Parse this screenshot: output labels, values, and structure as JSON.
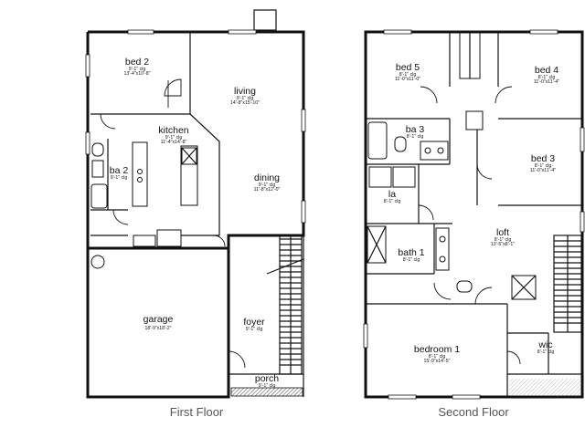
{
  "first_floor": {
    "caption": "First Floor",
    "rooms": [
      {
        "id": "bed2",
        "name": "bed 2",
        "clg": "9'-1\" clg",
        "dim": "13'-4\"x10'-8\""
      },
      {
        "id": "living",
        "name": "living",
        "clg": "9'-1\" clg",
        "dim": "14'-8\"x15'-10\""
      },
      {
        "id": "kitchen",
        "name": "kitchen",
        "clg": "9'-1\" clg",
        "dim": "11'-4\"x14'-8\""
      },
      {
        "id": "ba2",
        "name": "ba 2",
        "clg": "9'-1\" clg",
        "dim": ""
      },
      {
        "id": "dining",
        "name": "dining",
        "clg": "9'-1\" clg",
        "dim": "11'-8\"x12'-0\""
      },
      {
        "id": "garage",
        "name": "garage",
        "clg": "",
        "dim": "18'-9\"x18'-2\""
      },
      {
        "id": "foyer",
        "name": "foyer",
        "clg": "9'-1\" clg",
        "dim": ""
      },
      {
        "id": "porch",
        "name": "porch",
        "clg": "9'-1\" clg",
        "dim": ""
      }
    ]
  },
  "second_floor": {
    "caption": "Second Floor",
    "rooms": [
      {
        "id": "bed5",
        "name": "bed 5",
        "clg": "8'-1\" clg",
        "dim": "11'-0\"x11'-0\""
      },
      {
        "id": "bed4",
        "name": "bed 4",
        "clg": "8'-1\" clg",
        "dim": "11'-0\"x11'-4\""
      },
      {
        "id": "ba3",
        "name": "ba 3",
        "clg": "8'-1\" clg",
        "dim": ""
      },
      {
        "id": "bed3",
        "name": "bed 3",
        "clg": "8'-1\" clg",
        "dim": "11'-0\"x11'-4\""
      },
      {
        "id": "la",
        "name": "la",
        "clg": "8'-1\" clg",
        "dim": ""
      },
      {
        "id": "loft",
        "name": "loft",
        "clg": "8'-1\" clg",
        "dim": "13'-5\"x8'-1\""
      },
      {
        "id": "bath1",
        "name": "bath 1",
        "clg": "8'-1\" clg",
        "dim": ""
      },
      {
        "id": "bedroom1",
        "name": "bedroom 1",
        "clg": "8'-1\" clg",
        "dim": "15'-9\"x14'-5\""
      },
      {
        "id": "wic",
        "name": "wic",
        "clg": "8'-1\" clg",
        "dim": ""
      }
    ]
  }
}
